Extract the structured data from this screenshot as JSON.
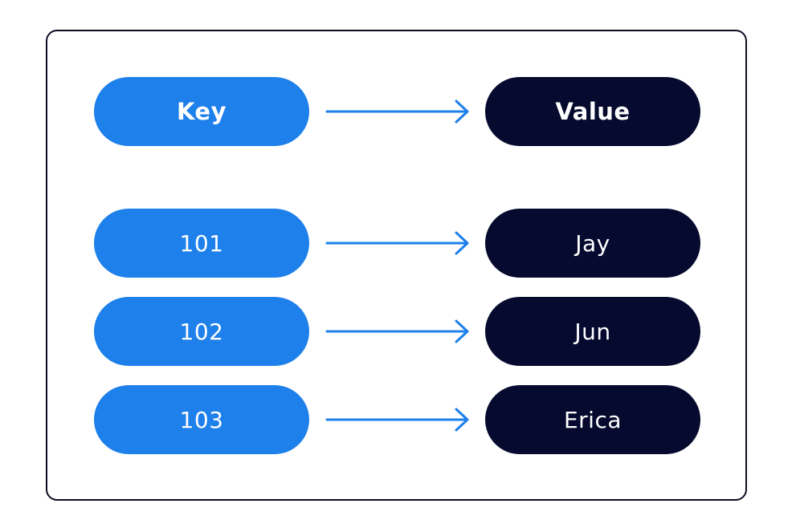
{
  "colors": {
    "key_fill": "#1e80ea",
    "value_fill": "#050a2e",
    "arrow": "#1e80ea",
    "border": "#0b0d22"
  },
  "header": {
    "key": "Key",
    "value": "Value"
  },
  "rows": [
    {
      "key": "101",
      "value": "Jay"
    },
    {
      "key": "102",
      "value": "Jun"
    },
    {
      "key": "103",
      "value": "Erica"
    }
  ]
}
